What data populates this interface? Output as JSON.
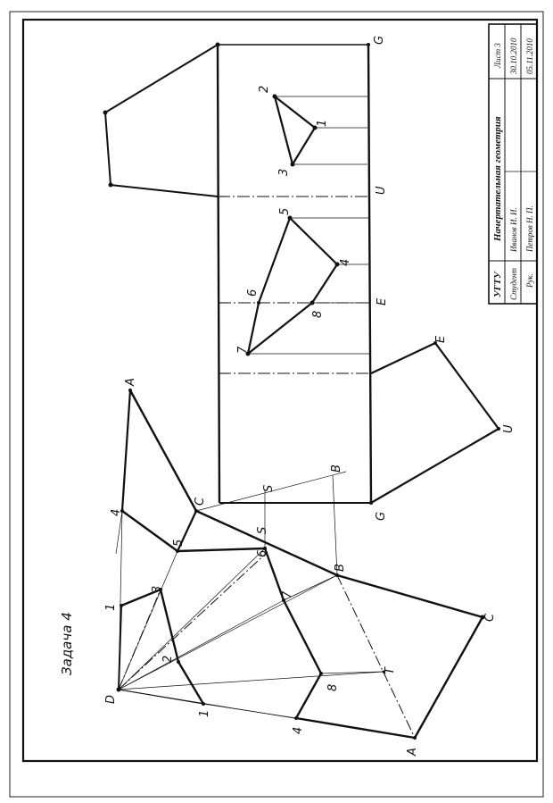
{
  "task_label": "Задача 4",
  "labels": {
    "A_top": "A",
    "C_mid": "C",
    "four_left": "4",
    "five_left": "5",
    "S_lower": "S",
    "six": "6",
    "B_lower": "B",
    "seven": "7",
    "one_top": "1",
    "three": "3",
    "two": "2",
    "D": "D",
    "one_bottom": "1",
    "eight": "8",
    "T": "T",
    "four_bottom": "4",
    "A_bottom": "A",
    "C_right": "C",
    "S_upper": "S",
    "B_upper": "B",
    "G_top": "G",
    "two_net": "2",
    "one_net": "1",
    "three_net": "3",
    "U_mid": "U",
    "five_net": "5",
    "four_net": "4",
    "E_mid": "E",
    "six_net": "6",
    "eight_net": "8",
    "seven_net": "7",
    "E_right": "E",
    "U_right": "U",
    "G_bottom": "G"
  },
  "title_block": {
    "org": "УГТУ",
    "subject": "Начертательная геометрия",
    "sheet": "Лист 3",
    "student_role": "Студент",
    "student_name": "Иванов И. И.",
    "student_date": "30.10.2010",
    "advisor_role": "Рук.",
    "advisor_name": "Петров Н. П.",
    "advisor_date": "05.11.2010"
  }
}
